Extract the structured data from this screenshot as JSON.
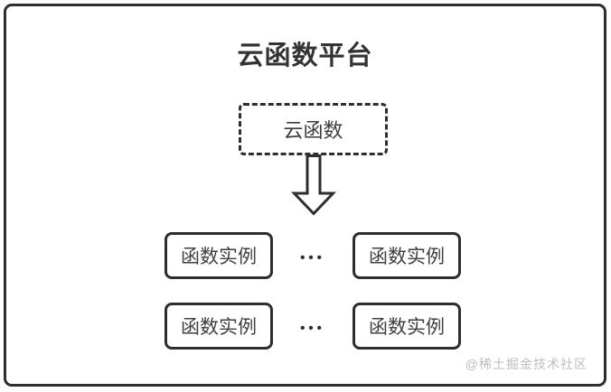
{
  "title": "云函数平台",
  "cloud_function": {
    "label": "云函数"
  },
  "arrow": {
    "direction": "down",
    "style": "hollow-outline"
  },
  "instance_rows": [
    {
      "left_label": "函数实例",
      "separator": "•••",
      "right_label": "函数实例"
    },
    {
      "left_label": "函数实例",
      "separator": "•••",
      "right_label": "函数实例"
    }
  ],
  "watermark": "@稀土掘金技术社区",
  "colors": {
    "stroke": "#2e2e2e",
    "title_text": "#333333",
    "node_text": "#404040",
    "watermark_text": "#bdbdbd",
    "background": "#ffffff"
  }
}
